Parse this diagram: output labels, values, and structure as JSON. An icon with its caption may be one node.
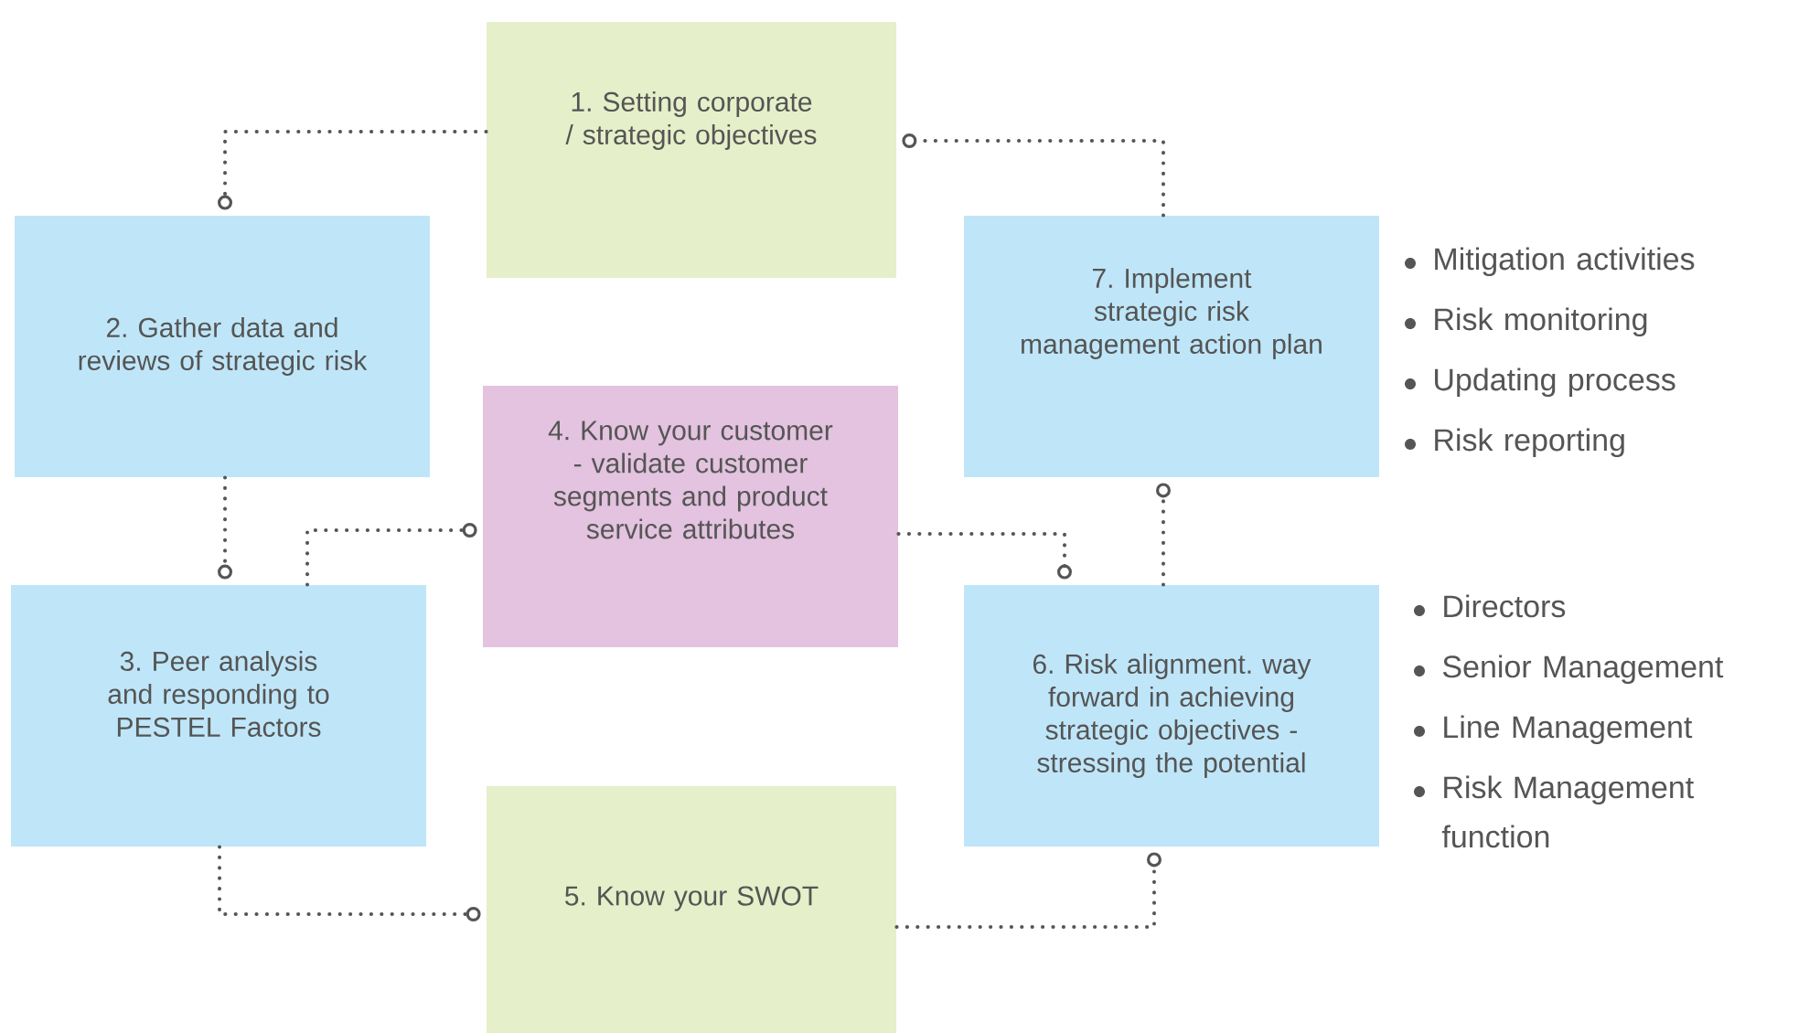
{
  "diagram": {
    "nodes": [
      {
        "text": [
          "1. Setting corporate / strategic objectives"
        ]
      },
      {
        "text": [
          "2. Gather data and reviews of strategic risk"
        ]
      },
      {
        "text": [
          "3. Peer analysis and responding to PESTEL Factors"
        ]
      },
      {
        "text": [
          "4. Know your customer - validate customer segments and product service attributes"
        ]
      },
      {
        "text": [
          "5. Know your SWOT"
        ]
      },
      {
        "text": [
          "6. Risk alignment. way forward in achieving strategic objectives - stressing the potential"
        ],
        "beside": [
          "Directors",
          "Senior Management",
          "Line Management",
          "Risk Management function"
        ]
      },
      {
        "text": [
          "7. Implement strategic risk management action plan"
        ],
        "beside": [
          "Mitigation activities",
          "Risk monitoring",
          "Updating process",
          "Risk reporting"
        ]
      }
    ],
    "edges": [
      {
        "from": 0,
        "to": 1,
        "arrow": "to",
        "style": "dashed"
      },
      {
        "from": 1,
        "to": 2,
        "arrow": "to",
        "style": "dashed"
      },
      {
        "from": 2,
        "to": 3,
        "arrow": "to",
        "style": "dashed"
      },
      {
        "from": 3,
        "to": 5,
        "arrow": "to",
        "style": "dashed"
      },
      {
        "from": 2,
        "to": 4,
        "arrow": "to",
        "style": "dashed"
      },
      {
        "from": 4,
        "to": 5,
        "arrow": "to",
        "style": "dashed"
      },
      {
        "from": 5,
        "to": 6,
        "arrow": "to",
        "style": "dashed"
      },
      {
        "from": 6,
        "to": 0,
        "arrow": "to",
        "style": "dashed"
      }
    ]
  }
}
